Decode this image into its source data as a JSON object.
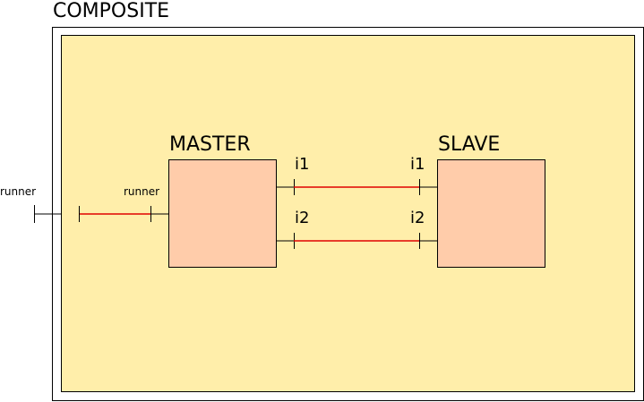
{
  "composite": {
    "label": "COMPOSITE"
  },
  "components": {
    "master": {
      "label": "MASTER"
    },
    "slave": {
      "label": "SLAVE"
    }
  },
  "ports": {
    "external_runner": "runner",
    "master_runner": "runner",
    "master_i1": "i1",
    "master_i2": "i2",
    "slave_i1": "i1",
    "slave_i2": "i2"
  },
  "colors": {
    "composite_fill": "#ffeeaa",
    "component_fill": "#ffccaa",
    "connection": "#e00000",
    "outline": "#000000"
  }
}
